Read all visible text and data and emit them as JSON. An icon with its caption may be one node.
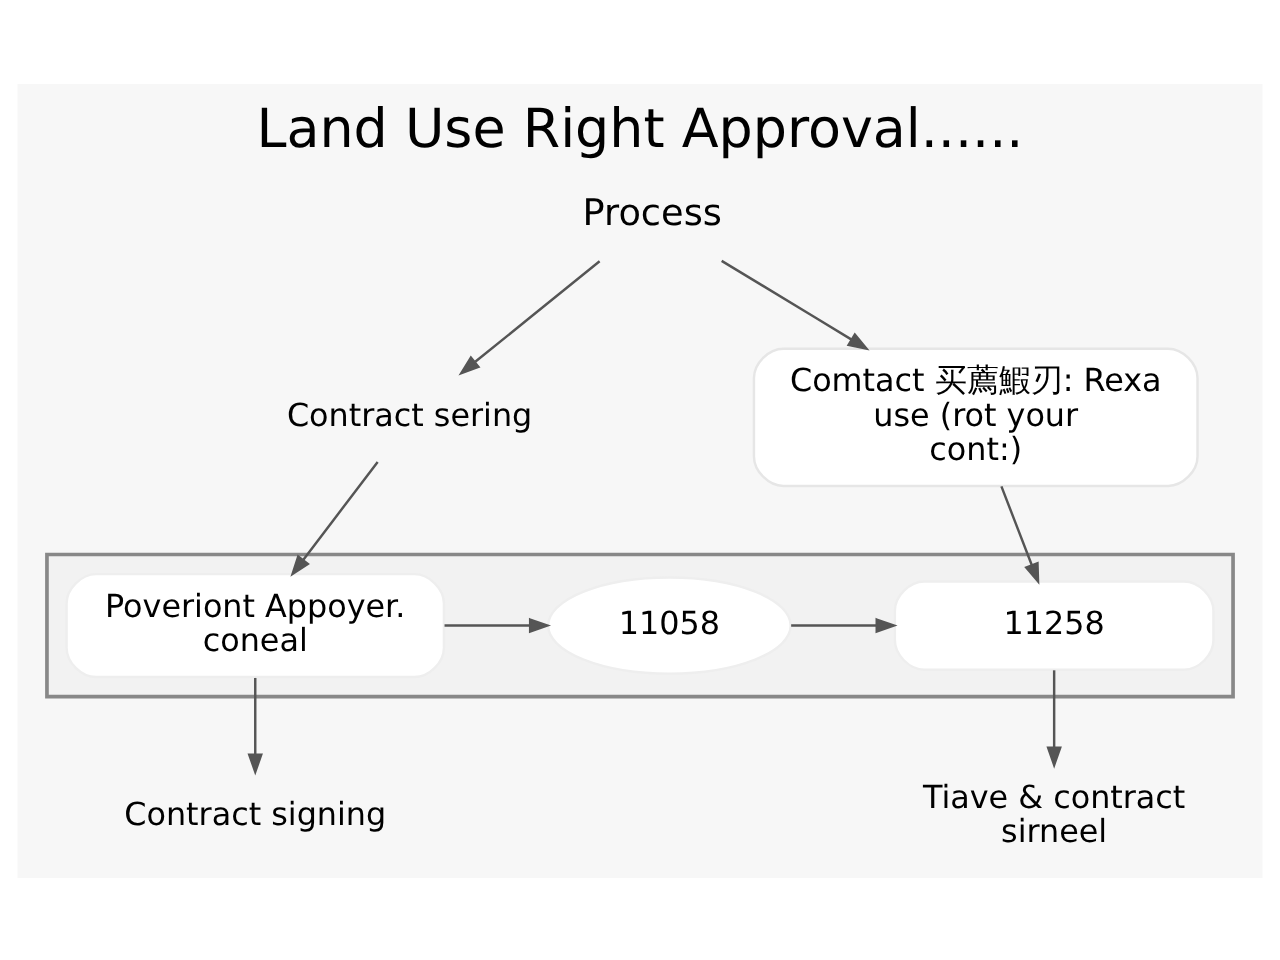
{
  "diagram": {
    "title": "Land Use Right Approval......",
    "nodes": [
      {
        "text": [
          "Process"
        ]
      },
      {
        "text": [
          "Contract sering"
        ]
      },
      {
        "text": [
          "Comtact 买薦鰕刃: Rexa use (rot your cont:)"
        ]
      },
      {
        "text": [],
        "shape": "box"
      },
      {
        "text": [
          "Poveriont Appoyer. coneal"
        ],
        "in": 3
      },
      {
        "text": [
          "11058"
        ],
        "in": 3
      },
      {
        "text": [
          "11258"
        ],
        "in": 3
      },
      {
        "text": [
          "Contract signing"
        ]
      },
      {
        "text": [
          "Tiave & contract sirneel"
        ]
      }
    ],
    "edges": [
      {
        "from": 0,
        "to": 1,
        "arrow": "to"
      },
      {
        "from": 0,
        "to": 2,
        "arrow": "to"
      },
      {
        "from": 1,
        "to": 4,
        "arrow": "to"
      },
      {
        "from": 2,
        "to": 6,
        "arrow": "to"
      },
      {
        "from": 4,
        "to": 5,
        "arrow": "to"
      },
      {
        "from": 5,
        "to": 6,
        "arrow": "to"
      },
      {
        "from": 4,
        "to": 7,
        "arrow": "to"
      },
      {
        "from": 6,
        "to": 8,
        "arrow": "to"
      }
    ]
  }
}
